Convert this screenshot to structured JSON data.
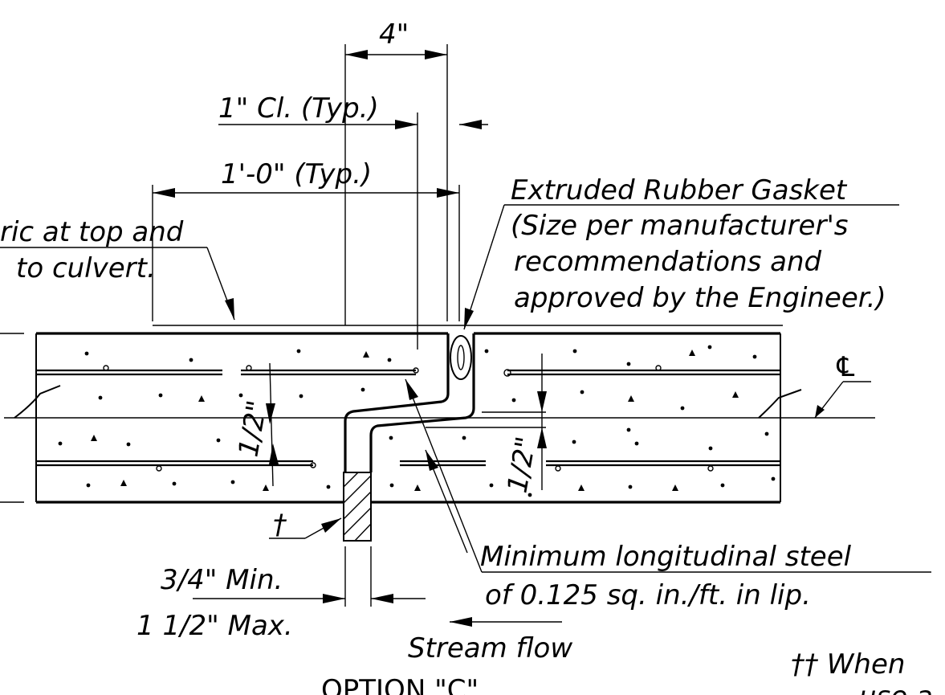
{
  "dimensions": {
    "four_inch": "4\"",
    "one_inch_clear": "1\" Cl. (Typ.)",
    "one_foot": "1'-0\" (Typ.)",
    "half_inch_left": "1/2\"",
    "half_inch_right": "1/2\"",
    "three_quarter_min": "3/4\" Min.",
    "one_half_max": "1 1/2\" Max."
  },
  "notes": {
    "fabric_line1": "ric at top and",
    "fabric_line2": "to culvert.",
    "gasket_line1": "Extruded Rubber Gasket",
    "gasket_line2": "(Size per manufacturer's",
    "gasket_line3": "recommendations and",
    "gasket_line4": "approved by the Engineer.)",
    "steel_line1": "Minimum longitudinal steel",
    "steel_line2": "of 0.125 sq. in./ft.  in lip.",
    "stream_flow": "Stream flow",
    "dagger_mark": "†",
    "footnote_partial": "†† When",
    "footnote_partial2": "use a",
    "centerline_symbol": "℄"
  },
  "title": {
    "option": "OPTION \"C\""
  }
}
